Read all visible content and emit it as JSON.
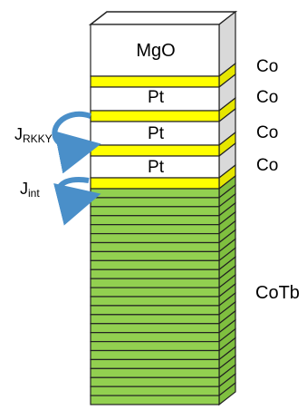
{
  "layers": {
    "mgo": "MgO",
    "pt_labels": [
      "Pt",
      "Pt",
      "Pt"
    ]
  },
  "side_labels": {
    "co": [
      "Co",
      "Co",
      "Co",
      "Co"
    ],
    "cotb": "CoTb"
  },
  "couplings": {
    "rkky_main": "J",
    "rkky_sub": "RKKY",
    "int_main": "J",
    "int_sub": "int"
  },
  "colors": {
    "co": "#ffff00",
    "pt": "#ffffff",
    "mgo": "#ffffff",
    "cotb": "#92d050",
    "edge": "#222222",
    "arrow": "#4a8fc9",
    "side_shade": "#d9d9d9"
  },
  "stack": {
    "co_layers": 4,
    "pt_layers": 3,
    "cotb_layers": 24
  }
}
